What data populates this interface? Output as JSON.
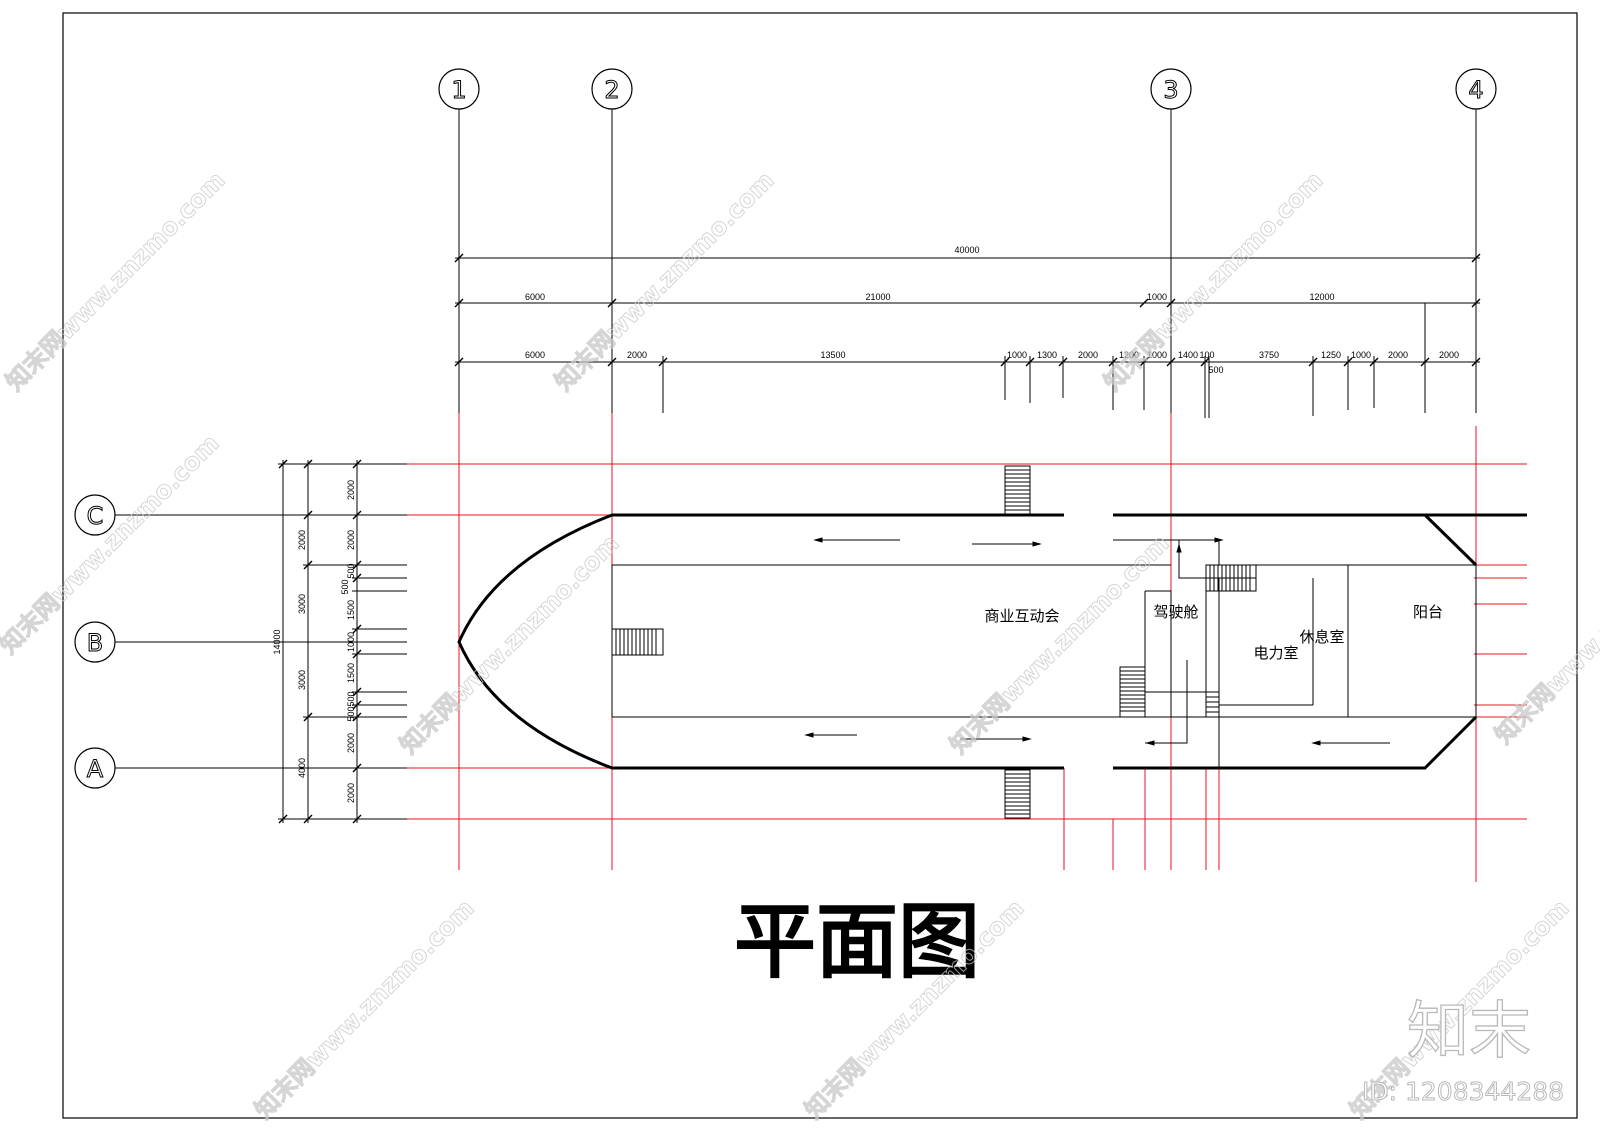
{
  "drawing": {
    "title": "平面图",
    "axes_vertical": [
      "1",
      "2",
      "3",
      "4"
    ],
    "axes_horizontal": [
      "C",
      "B",
      "A"
    ],
    "dims_row1": [
      "40000"
    ],
    "dims_row2": [
      "6000",
      "21000",
      "1000",
      "12000"
    ],
    "dims_row3": [
      "6000",
      "2000",
      "13500",
      "1000",
      "1300",
      "2000",
      "1200",
      "1000",
      "1400",
      "100",
      "500",
      "3750",
      "1250",
      "1000",
      "2000",
      "2000"
    ],
    "dims_left_outer": "14000",
    "dims_left_mid": [
      "2000",
      "3000",
      "3000",
      "4000"
    ],
    "dims_left_inner": [
      "2000",
      "2000",
      "500",
      "500",
      "1500",
      "1000",
      "1500",
      "500",
      "500",
      "2000",
      "2000"
    ],
    "rooms": {
      "hall": "商业互动会",
      "cockpit": "驾驶舱",
      "power_room": "电力室",
      "lounge": "休息室",
      "balcony": "阳台"
    }
  },
  "watermark": {
    "text": "知末网www.znzmo.com",
    "brand": "知末",
    "id": "ID: 1208344288"
  },
  "colors": {
    "line": "#000000",
    "grid": "#e8141b",
    "watermark": "#c8c8c8"
  }
}
